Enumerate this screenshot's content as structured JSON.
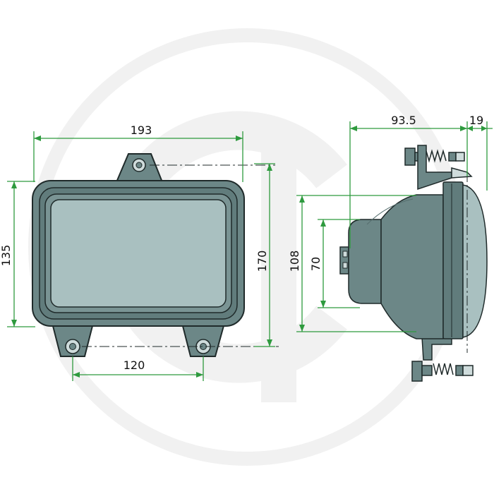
{
  "colors": {
    "dimension": "#2e9a3e",
    "housing": "#6c8787",
    "housing_dark": "#566f6f",
    "lens": "#a9c0c0",
    "outline": "#1f2a2a",
    "watermark": "#f1f1f1",
    "text": "#111111"
  },
  "dimensions": {
    "front_width": "193",
    "front_height": "135",
    "front_height_with_lugs": "170",
    "bottom_lug_spacing": "120",
    "side_depth": "93.5",
    "side_bracket": "19",
    "side_housing_height": "108",
    "side_socket_height": "70"
  },
  "icons": {
    "watermark": "logo-watermark-icon"
  }
}
